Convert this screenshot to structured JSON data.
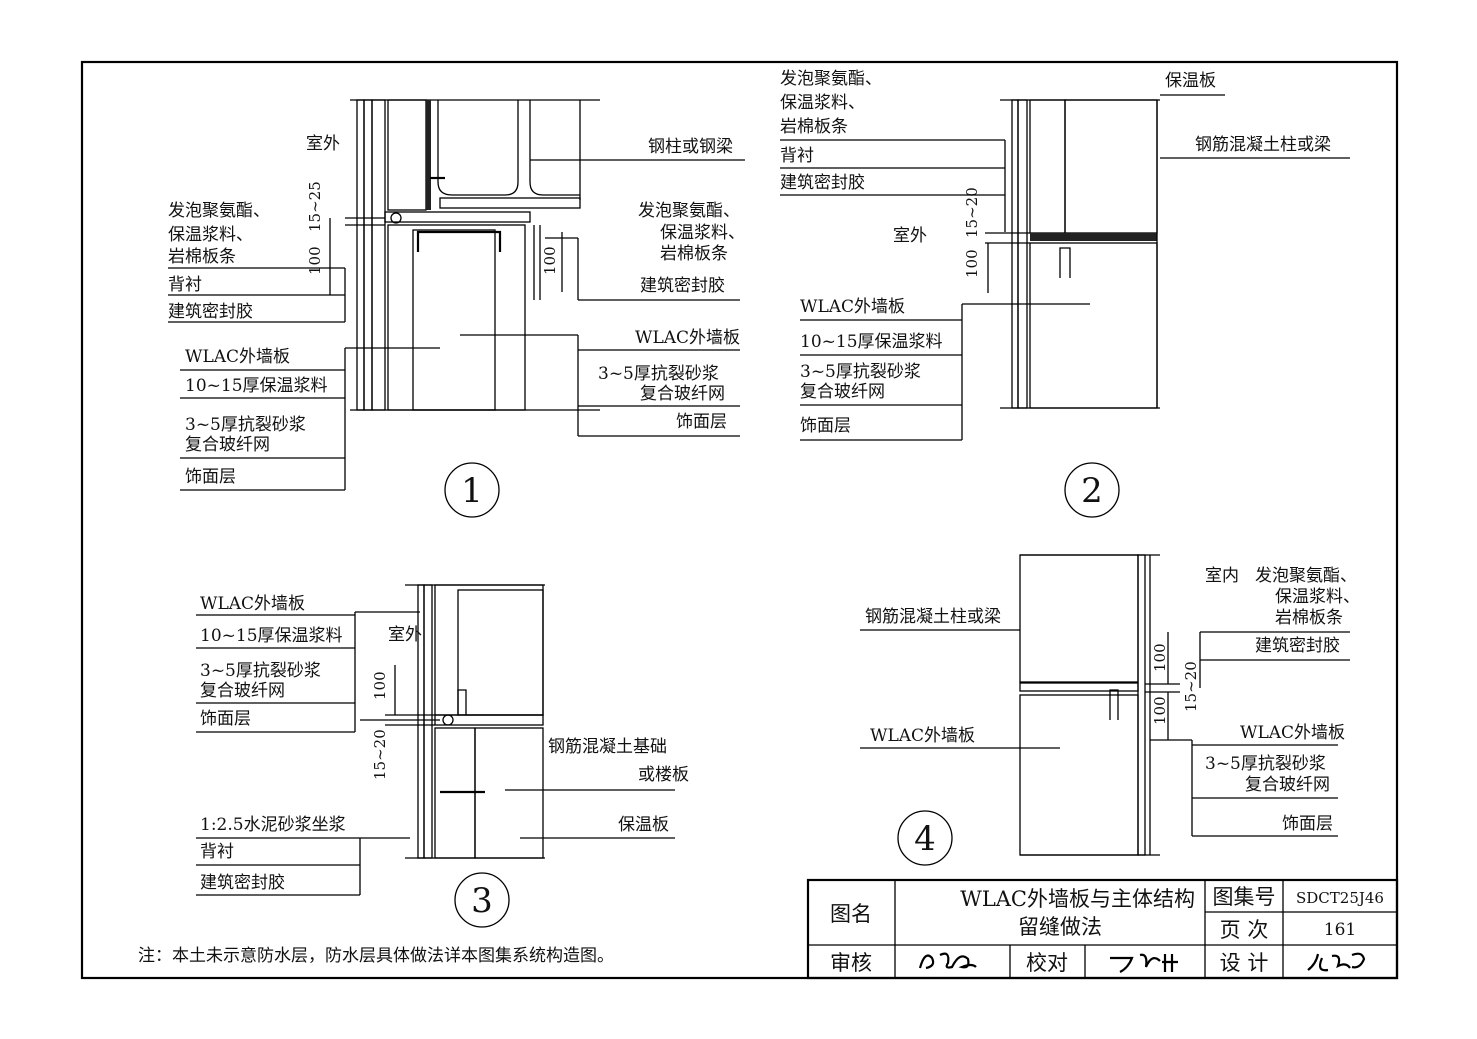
{
  "note": "注：本土未示意防水层，防水层具体做法详本图集系统构造图。",
  "details": {
    "d1": {
      "number": "1",
      "outside": "室外",
      "dim_gap": "15~25",
      "dim_100_left": "100",
      "dim_100_right": "100",
      "left_top": [
        "发泡聚氨酯、",
        "保温浆料、",
        "岩棉板条",
        "背衬",
        "建筑密封胶"
      ],
      "left_bottom": [
        "WLAC外墙板",
        "10~15厚保温浆料",
        "3~5厚抗裂砂浆",
        "复合玻纤网",
        "饰面层"
      ],
      "right": [
        "钢柱或钢梁",
        "发泡聚氨酯、",
        "保温浆料、",
        "岩棉板条",
        "建筑密封胶",
        "WLAC外墙板",
        "3~5厚抗裂砂浆",
        "复合玻纤网",
        "饰面层"
      ]
    },
    "d2": {
      "number": "2",
      "outside": "室外",
      "dim_gap": "15~20",
      "dim_100": "100",
      "left_top": [
        "发泡聚氨酯、",
        "保温浆料、",
        "岩棉板条",
        "背衬",
        "建筑密封胶"
      ],
      "left_bottom": [
        "WLAC外墙板",
        "10~15厚保温浆料",
        "3~5厚抗裂砂浆",
        "复合玻纤网",
        "饰面层"
      ],
      "right": [
        "保温板",
        "钢筋混凝土柱或梁"
      ]
    },
    "d3": {
      "number": "3",
      "outside": "室外",
      "dim_100": "100",
      "dim_gap": "15~20",
      "left_top": [
        "WLAC外墙板",
        "10~15厚保温浆料",
        "3~5厚抗裂砂浆",
        "复合玻纤网",
        "饰面层"
      ],
      "left_bottom": [
        "1:2.5水泥砂浆坐浆",
        "背衬",
        "建筑密封胶"
      ],
      "right": [
        "钢筋混凝土基础",
        "或楼板",
        "保温板"
      ]
    },
    "d4": {
      "number": "4",
      "inside": "室内",
      "dim_100_top": "100",
      "dim_gap": "15~20",
      "dim_100_bottom": "100",
      "right_top": [
        "发泡聚氨酯、",
        "保温浆料、",
        "岩棉板条",
        "建筑密封胶"
      ],
      "left": [
        "钢筋混凝土柱或梁",
        "WLAC外墙板"
      ],
      "right_bottom": [
        "WLAC外墙板",
        "3~5厚抗裂砂浆",
        "复合玻纤网",
        "饰面层"
      ]
    }
  },
  "title_block": {
    "name_label": "图名",
    "title_line1": "WLAC外墙板与主体结构",
    "title_line2": "留缝做法",
    "atlas_label": "图集号",
    "atlas_no": "SDCT25J46",
    "page_label": "页 次",
    "page_no": "161",
    "review_label": "审核",
    "check_label": "校对",
    "design_label": "设 计"
  }
}
